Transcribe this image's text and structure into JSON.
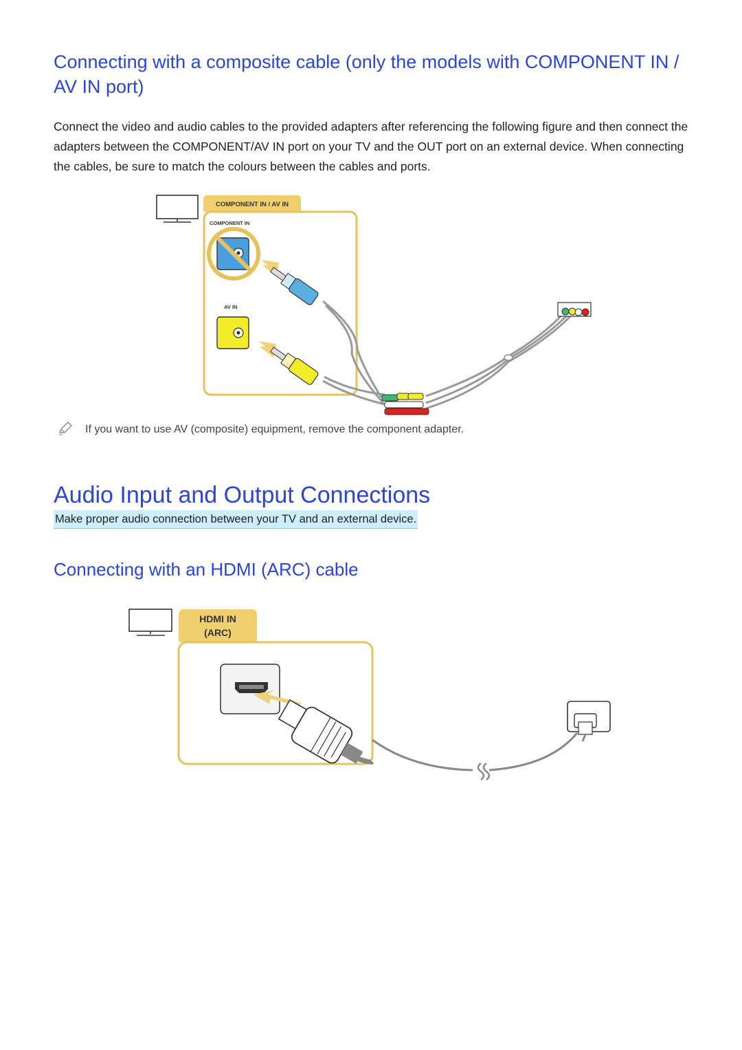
{
  "composite_section": {
    "heading": "Connecting with a composite cable (only the models with COMPONENT IN / AV IN port)",
    "body": "Connect the video and audio cables to the provided adapters after referencing the following figure and then connect the adapters between the COMPONENT/AV IN port on your TV and the OUT port on an external device. When connecting the cables, be sure to match the colours between the cables and ports.",
    "figure": {
      "tab_label": "COMPONENT IN / AV IN",
      "component_label": "COMPONENT IN",
      "av_label": "AV IN"
    },
    "note": "If you want to use AV (composite) equipment, remove the component adapter."
  },
  "audio_section": {
    "heading": "Audio Input and Output Connections",
    "intro": "Make proper audio connection between your TV and an external device."
  },
  "hdmi_section": {
    "heading": "Connecting with an HDMI (ARC) cable",
    "figure": {
      "tab_line1": "HDMI IN",
      "tab_line2": "(ARC)"
    }
  },
  "colors": {
    "heading_blue": "#2a44e0",
    "panel_gold": "#e7c25a",
    "tab_gold": "#efcf6e",
    "connector_blue": "#5aaee0",
    "connector_yellow": "#f2ec2a",
    "connector_green": "#3cb878",
    "connector_red": "#e0201a",
    "highlight_cyan": "#cdeefa"
  },
  "icons": [
    "tv-icon",
    "no-sign-icon",
    "insert-arrow-icon",
    "pencil-note-icon",
    "cable-break-icon"
  ]
}
